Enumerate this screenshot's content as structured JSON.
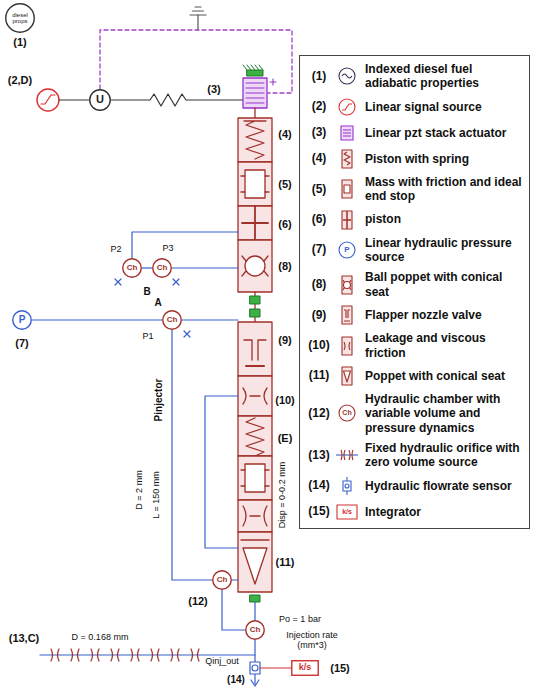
{
  "diagram": {
    "nodes": [
      {
        "text": [
          "diesel props"
        ]
      },
      {
        "text": [
          "U"
        ]
      },
      {
        "text": [
          "Ch"
        ]
      },
      {
        "text": [
          "Ch"
        ]
      },
      {
        "text": [
          "P"
        ]
      },
      {
        "text": [
          "Ch"
        ]
      },
      {
        "text": [
          "Ch"
        ]
      },
      {
        "text": [
          "Ch"
        ]
      },
      {
        "text": [
          "k/s"
        ]
      }
    ],
    "edges": [
      {
        "from": 2,
        "to": 3,
        "arrow": "none"
      },
      {
        "from": 4,
        "to": 5,
        "arrow": "none"
      },
      {
        "from": 5,
        "to": 6,
        "arrow": "none"
      },
      {
        "from": 6,
        "to": 7,
        "arrow": "none"
      }
    ],
    "labels": [
      "(1)",
      "(2,D)",
      "(3)",
      "(4)",
      "(5)",
      "(6)",
      "(8)",
      "P2",
      "P3",
      "B",
      "(7)",
      "A",
      "P1",
      "(9)",
      "Pinjector",
      "(10)",
      "D = 2 mm",
      "L = 150 mm",
      "Disp = 0-0.2 mm",
      "(E)",
      "(12)",
      "(11)",
      "D = 0.168 mm",
      "Po = 1 bar",
      "(13,C)",
      "Injection rate (mm*3)",
      "Qinj_out",
      "(14)",
      "(15)",
      "(1)",
      "(2)",
      "(3)",
      "(4)",
      "(5)",
      "(6)",
      "(7)",
      "(8)",
      "(9)",
      "(10)",
      "(11)",
      "(12)",
      "(13)",
      "(14)",
      "(15)",
      "P",
      "Ch",
      "k/s"
    ],
    "legend": [
      {
        "text": "Indexed diesel fuel adiabatic properties"
      },
      {
        "text": "Linear signal source"
      },
      {
        "text": "Linear pzt stack actuator"
      },
      {
        "text": "Piston with spring"
      },
      {
        "text": "Mass with friction and ideal end stop"
      },
      {
        "text": "piston"
      },
      {
        "text": "Linear hydraulic pressure source"
      },
      {
        "text": "Ball poppet with conical seat"
      },
      {
        "text": "Flapper nozzle valve"
      },
      {
        "text": "Leakage and viscous friction"
      },
      {
        "text": "Poppet with conical seat"
      },
      {
        "text": "Hydraulic chamber with variable volume and pressure dynamics"
      },
      {
        "text": "Fixed hydraulic orifice with zero volume source"
      },
      {
        "text": "Hydraulic flowrate sensor"
      },
      {
        "text": "Integrator"
      }
    ]
  }
}
